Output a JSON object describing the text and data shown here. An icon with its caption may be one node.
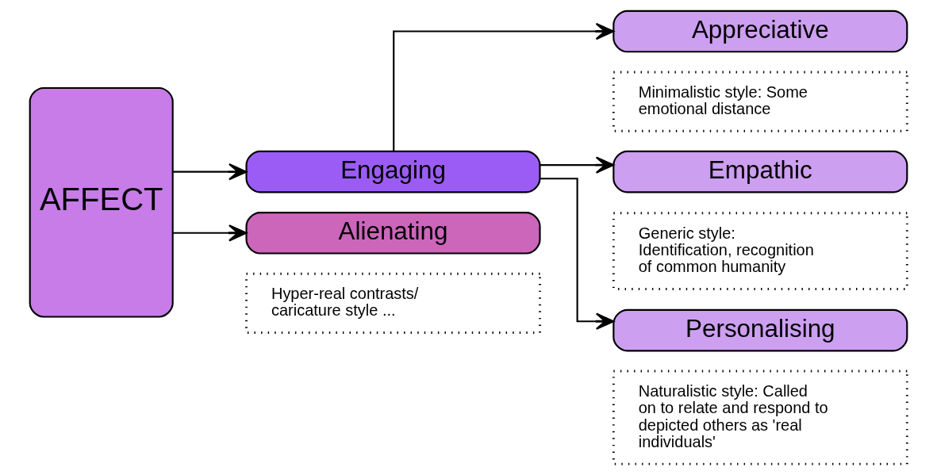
{
  "diagram": {
    "nodes": [
      {
        "text": [
          "AFFECT"
        ]
      },
      {
        "text": [
          "Engaging"
        ]
      },
      {
        "text": [
          "Alienating"
        ]
      },
      {
        "text": [
          "Hyper-real contrasts/ caricature style ..."
        ]
      },
      {
        "text": [
          "Appreciative"
        ]
      },
      {
        "text": [
          "Minimalistic style: Some emotional distance"
        ]
      },
      {
        "text": [
          "Empathic"
        ]
      },
      {
        "text": [
          "Generic style: Identification, recognition of common humanity"
        ]
      },
      {
        "text": [
          "Personalising"
        ]
      },
      {
        "text": [
          "Naturalistic style: Called on to relate and respond to depicted others as 'real individuals'"
        ]
      }
    ],
    "edges": [
      {
        "from": 0,
        "to": 1,
        "arrow": "to"
      },
      {
        "from": 0,
        "to": 2,
        "arrow": "to"
      },
      {
        "from": 1,
        "to": 4,
        "arrow": "to"
      },
      {
        "from": 1,
        "to": 6,
        "arrow": "to"
      },
      {
        "from": 1,
        "to": 8,
        "arrow": "to"
      }
    ]
  }
}
